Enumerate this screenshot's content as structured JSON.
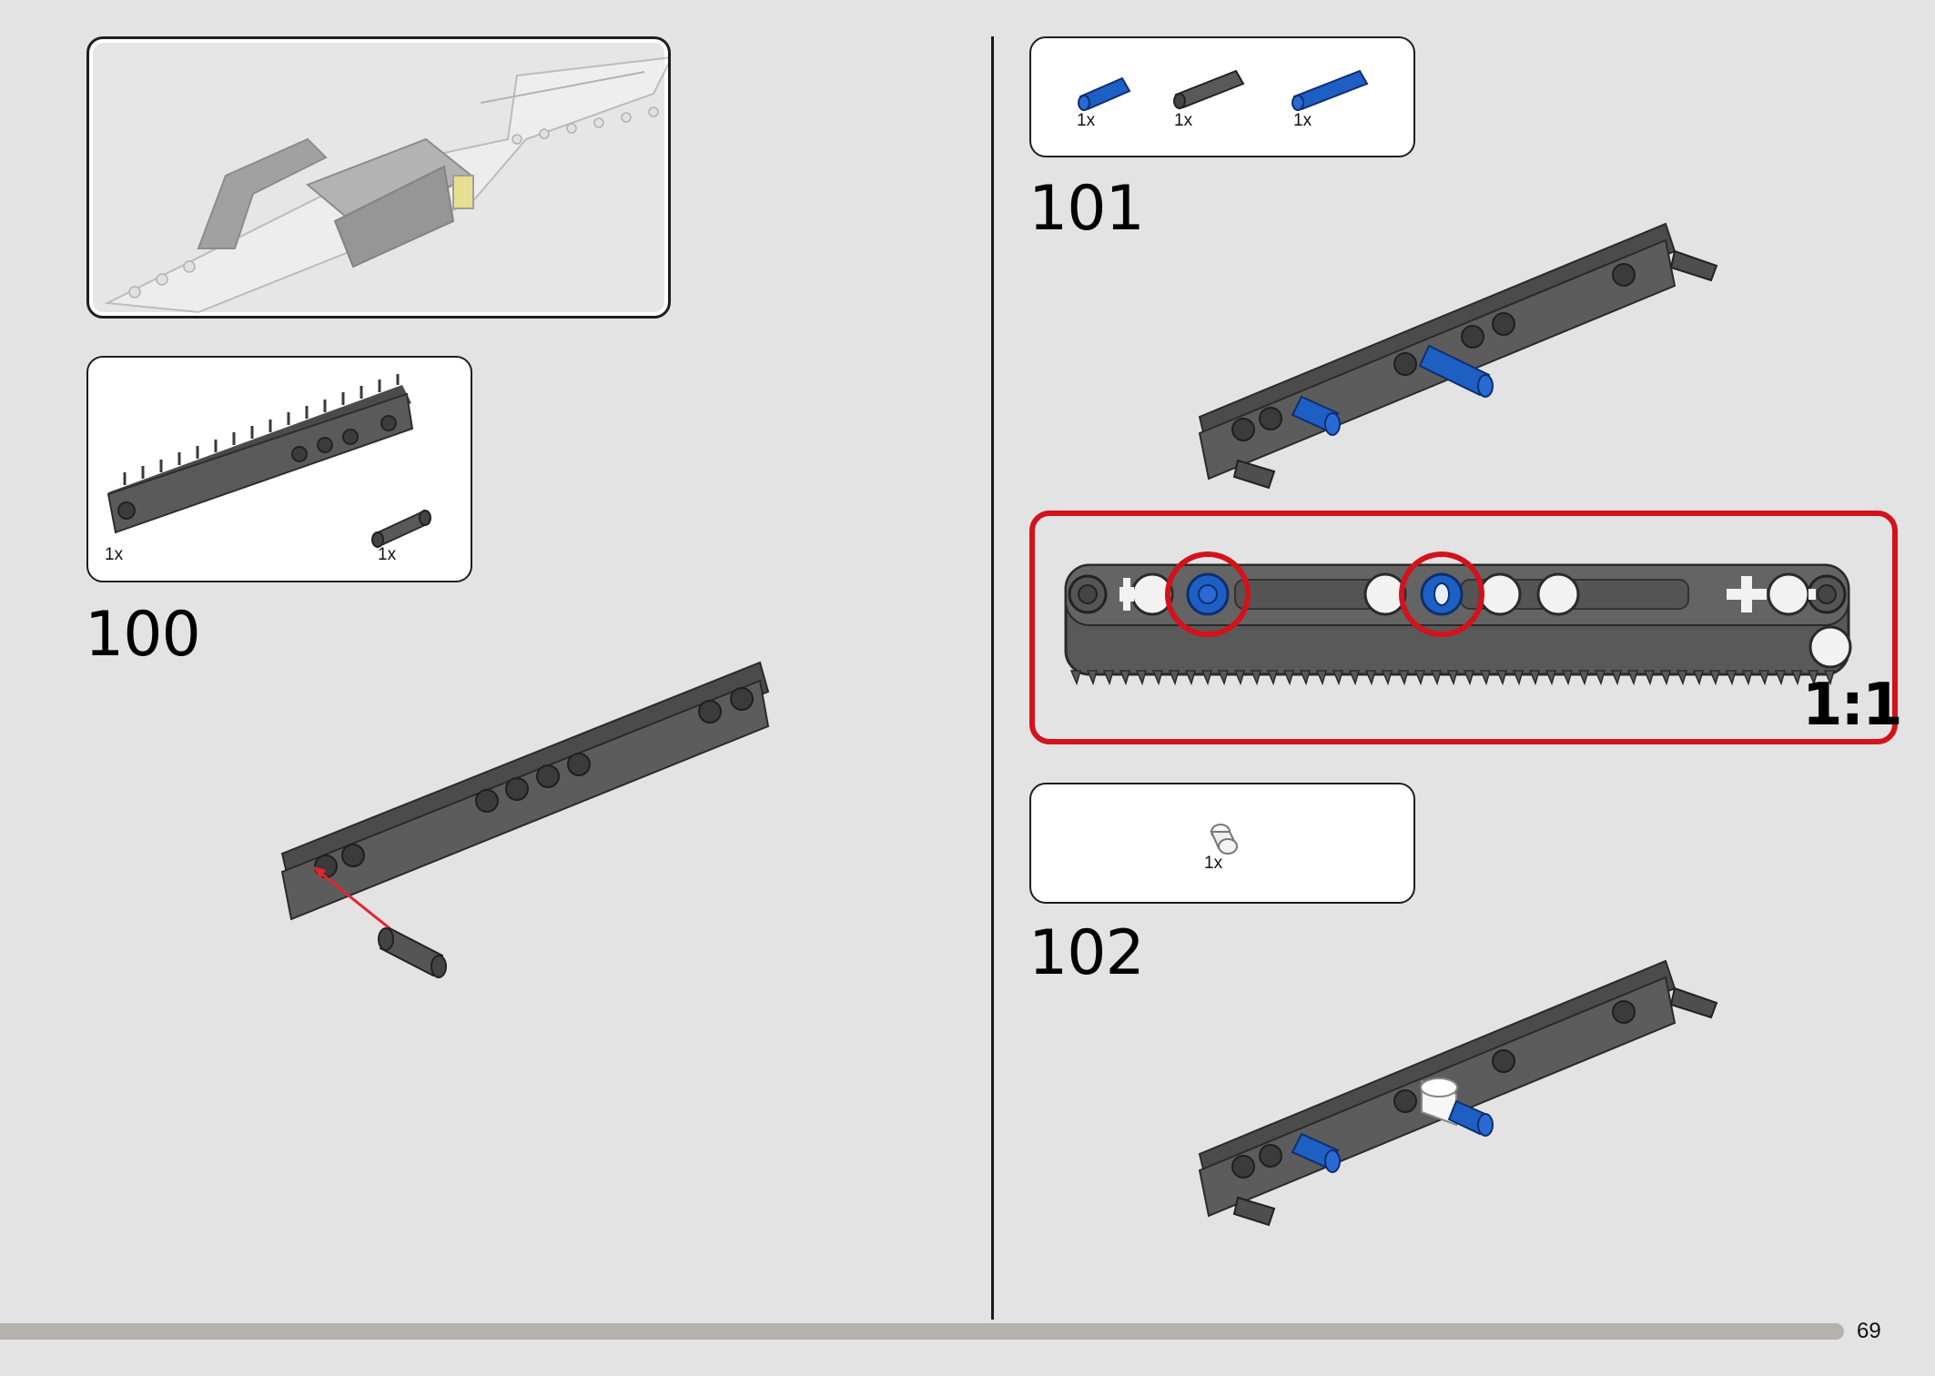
{
  "page_number": "69",
  "overview_panel": {},
  "steps": [
    {
      "number": "100",
      "parts": [
        {
          "name": "gear-rack-beam",
          "qty": "1x"
        },
        {
          "name": "pin-dark-gray",
          "qty": "1x"
        }
      ]
    },
    {
      "number": "101",
      "parts": [
        {
          "name": "pin-blue-short",
          "qty": "1x"
        },
        {
          "name": "pin-dark-gray",
          "qty": "1x"
        },
        {
          "name": "pin-blue-long",
          "qty": "1x"
        }
      ],
      "callout": {
        "scale_label": "1:1"
      }
    },
    {
      "number": "102",
      "parts": [
        {
          "name": "bushing-white",
          "qty": "1x"
        }
      ]
    }
  ],
  "colors": {
    "background": "#e3e3e3",
    "part_dark_gray": "#5a5a5a",
    "part_blue": "#1e5fc4",
    "callout_red": "#d3121b",
    "progress_bar": "#b5b2ae"
  }
}
